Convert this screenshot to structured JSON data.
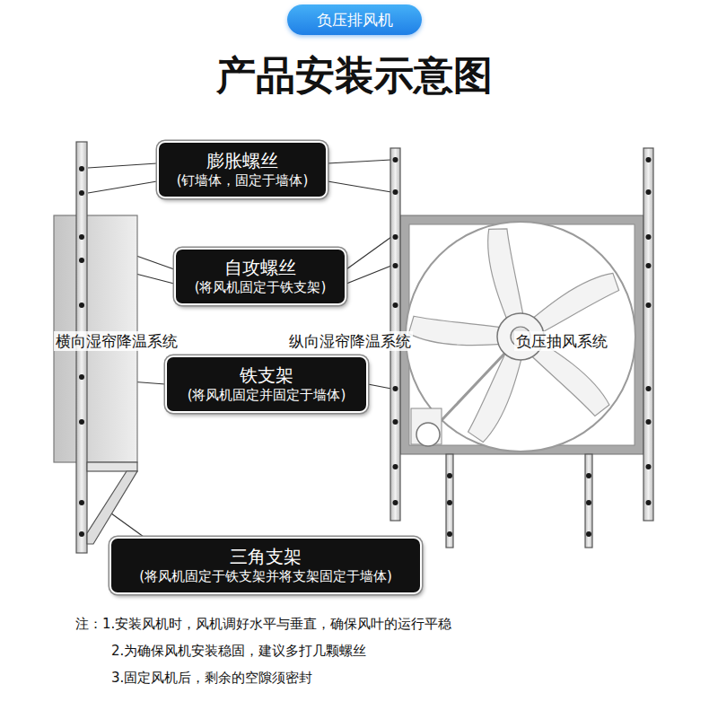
{
  "diagram": {
    "title": "产品安装示意图",
    "nodes": [
      {
        "text": [
          "负压排风机"
        ]
      },
      {
        "text": [
          "膨胀螺丝",
          "(钉墙体，固定于墙体)"
        ]
      },
      {
        "text": [
          "自攻螺丝",
          "(将风机固定于铁支架)"
        ]
      },
      {
        "text": [
          "铁支架",
          "(将风机固定并固定于墙体)"
        ]
      },
      {
        "text": [
          "三角支架",
          "(将风机固定于铁支架并将支架固定于墙体)"
        ]
      }
    ],
    "labels": [
      "横向湿帘降温系统",
      "纵向湿帘降温系统",
      "负压抽风系统",
      "注：1.安装风机时，风机调好水平与垂直，确保风叶的运行平稳",
      "2.为确保风机安装稳固，建议多打几颗螺丝",
      "3.固定风机后，剩余的空隙须密封"
    ]
  }
}
